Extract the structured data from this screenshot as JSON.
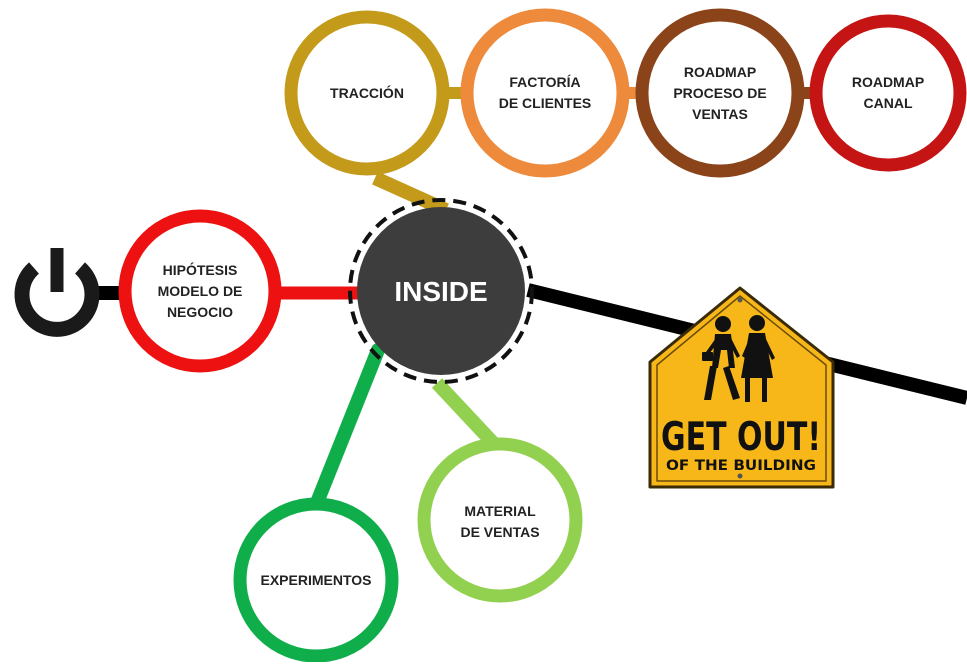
{
  "diagram": {
    "center": {
      "label": "INSIDE",
      "fill": "#3d3d3d",
      "text_color": "#ffffff"
    },
    "top_row": [
      {
        "id": "traccion",
        "lines": [
          "TRACCIÓN"
        ],
        "color": "#c49a1a"
      },
      {
        "id": "factoria",
        "lines": [
          "FACTORÍA",
          "DE CLIENTES"
        ],
        "color": "#ee8a3c"
      },
      {
        "id": "roadmap-ventas",
        "lines": [
          "ROADMAP",
          "PROCESO DE",
          "VENTAS"
        ],
        "color": "#8b4419"
      },
      {
        "id": "roadmap-canal",
        "lines": [
          "ROADMAP",
          "CANAL"
        ],
        "color": "#c41414"
      }
    ],
    "hipotesis": {
      "lines": [
        "HIPÓTESIS",
        "MODELO DE",
        "NEGOCIO"
      ],
      "color": "#ee1111"
    },
    "experimentos": {
      "lines": [
        "EXPERIMENTOS"
      ],
      "color": "#0fae4b"
    },
    "material": {
      "lines": [
        "MATERIAL",
        "DE VENTAS"
      ],
      "color": "#92d050"
    },
    "power_icon": "power-icon",
    "sign": {
      "line1": "GET OUT!",
      "line2": "OF THE BUILDING",
      "color": "#f7b718",
      "icon": "pedestrians-icon"
    }
  }
}
